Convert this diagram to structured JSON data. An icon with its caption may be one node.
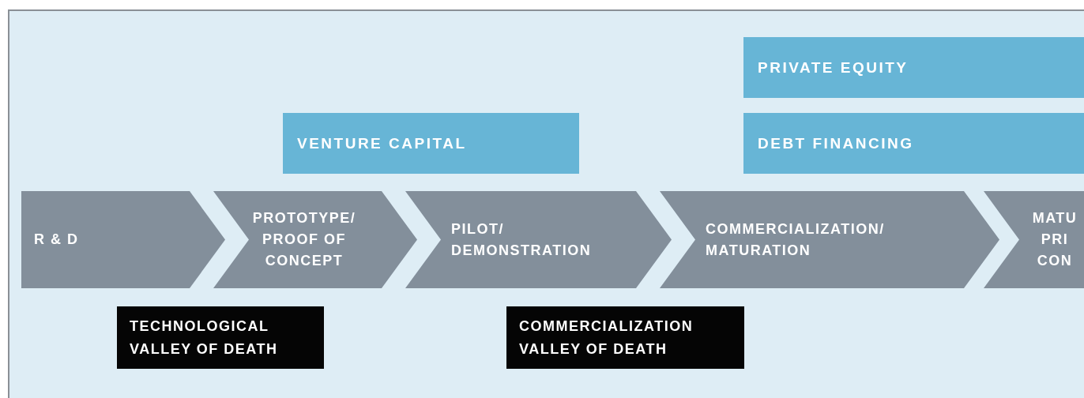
{
  "diagram": {
    "nodes": [
      {
        "text": [
          "PRIVATE EQUITY"
        ]
      },
      {
        "text": [
          "VENTURE CAPITAL"
        ]
      },
      {
        "text": [
          "DEBT FINANCING"
        ]
      },
      {
        "text": [
          "R & D"
        ]
      },
      {
        "text": [
          "PROTOTYPE/ PROOF OF CONCEPT"
        ]
      },
      {
        "text": [
          "PILOT/ DEMONSTRATION"
        ]
      },
      {
        "text": [
          "COMMERCIALIZATION/ MATURATION"
        ]
      },
      {
        "text": [
          "MATU PRI CON"
        ]
      },
      {
        "text": [
          "TECHNOLOGICAL VALLEY OF DEATH"
        ]
      },
      {
        "text": [
          "COMMERCIALIZATION VALLEY OF DEATH"
        ]
      }
    ],
    "edges": []
  }
}
